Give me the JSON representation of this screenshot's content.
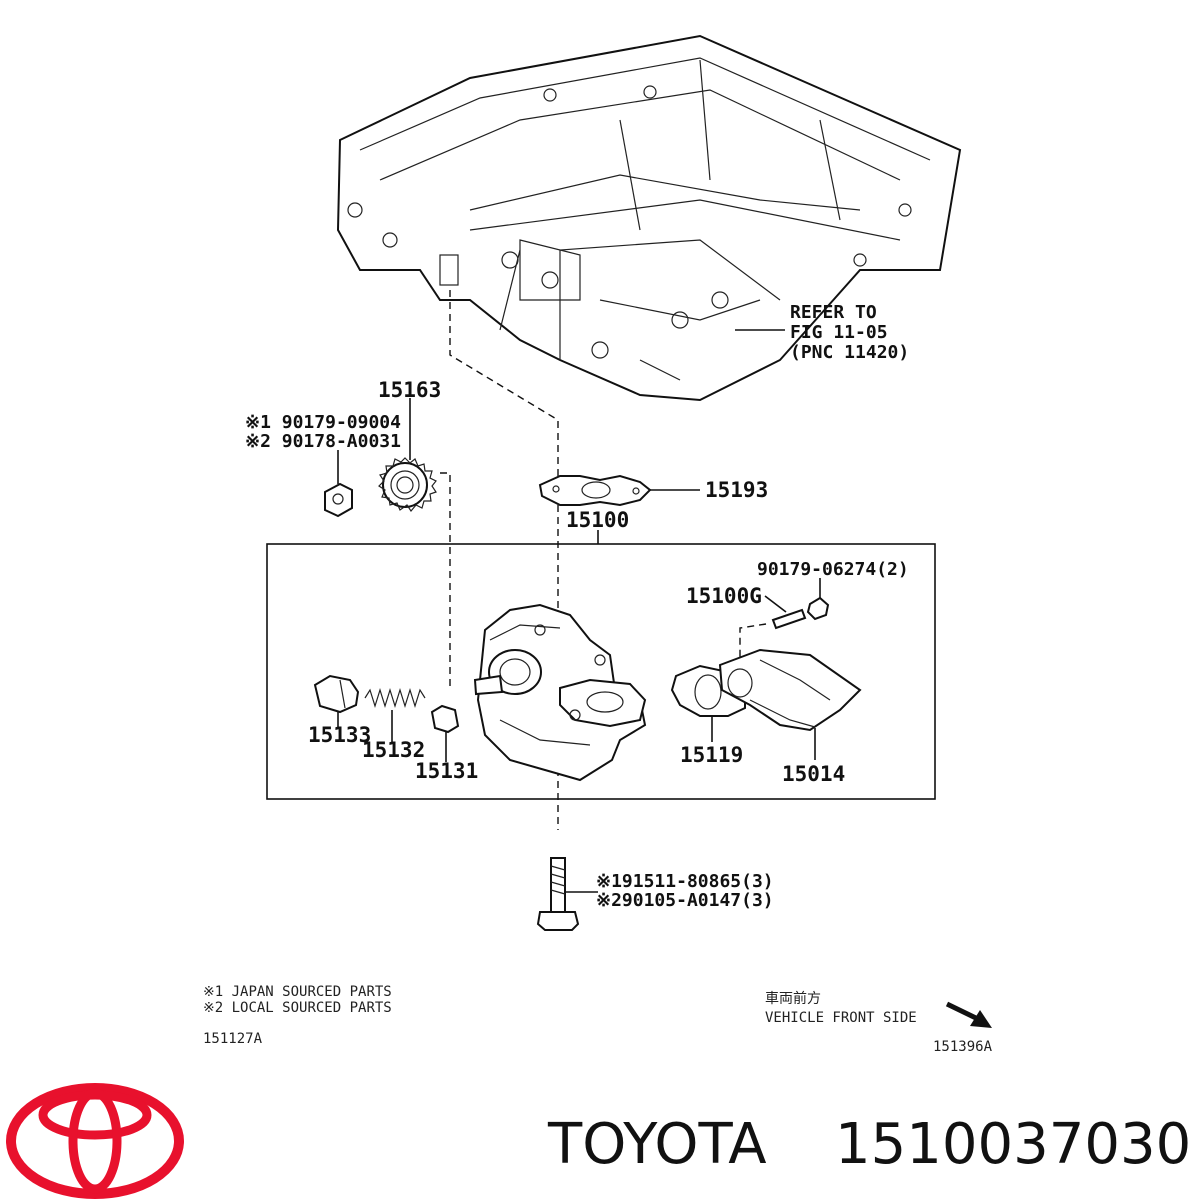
{
  "callouts": {
    "refer_line1": "REFER TO",
    "refer_line2": "FIG 11-05",
    "refer_line3": "(PNC 11420)",
    "p15163": "15163",
    "p90179_09004": "※1 90179-09004",
    "p90178_A0031": "※2 90178-A0031",
    "p15193": "15193",
    "p15100": "15100",
    "p90179_06274": "90179-06274(2)",
    "p15100G": "15100G",
    "p15133": "15133",
    "p15132": "15132",
    "p15131": "15131",
    "p15119": "15119",
    "p15014": "15014",
    "p91511_80865": "※191511-80865(3)",
    "p90105_A0147": "※290105-A0147(3)"
  },
  "notes": {
    "japan": "※1 JAPAN SOURCED PARTS",
    "local": "※2 LOCAL SOURCED PARTS",
    "code_left": "151127A",
    "front_jp": "車両前方",
    "front_en": "VEHICLE FRONT SIDE",
    "code_right": "151396A"
  },
  "brand": {
    "name": "TOYOTA",
    "part_number": "1510037030",
    "logo_color": "#e8112d"
  }
}
